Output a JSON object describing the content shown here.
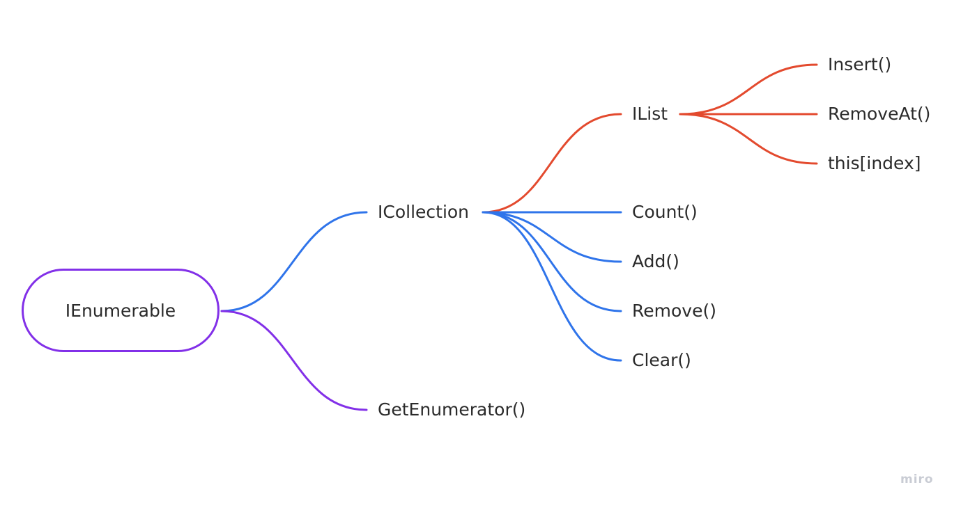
{
  "colors": {
    "root": "#8230e8",
    "collection_branch": "#2f74ea",
    "list_branch": "#e34a2e",
    "text": "#2b2b2b",
    "watermark": "#c9ccd4"
  },
  "mindmap": {
    "root": {
      "label": "IEnumerable"
    },
    "icollection": {
      "label": "ICollection",
      "children": [
        "Count()",
        "Add()",
        "Remove()",
        "Clear()"
      ]
    },
    "ilist": {
      "label": "IList",
      "children": [
        "Insert()",
        "RemoveAt()",
        "this[index]"
      ]
    },
    "get_enumerator": {
      "label": "GetEnumerator()"
    }
  },
  "watermark": {
    "text": "miro"
  }
}
